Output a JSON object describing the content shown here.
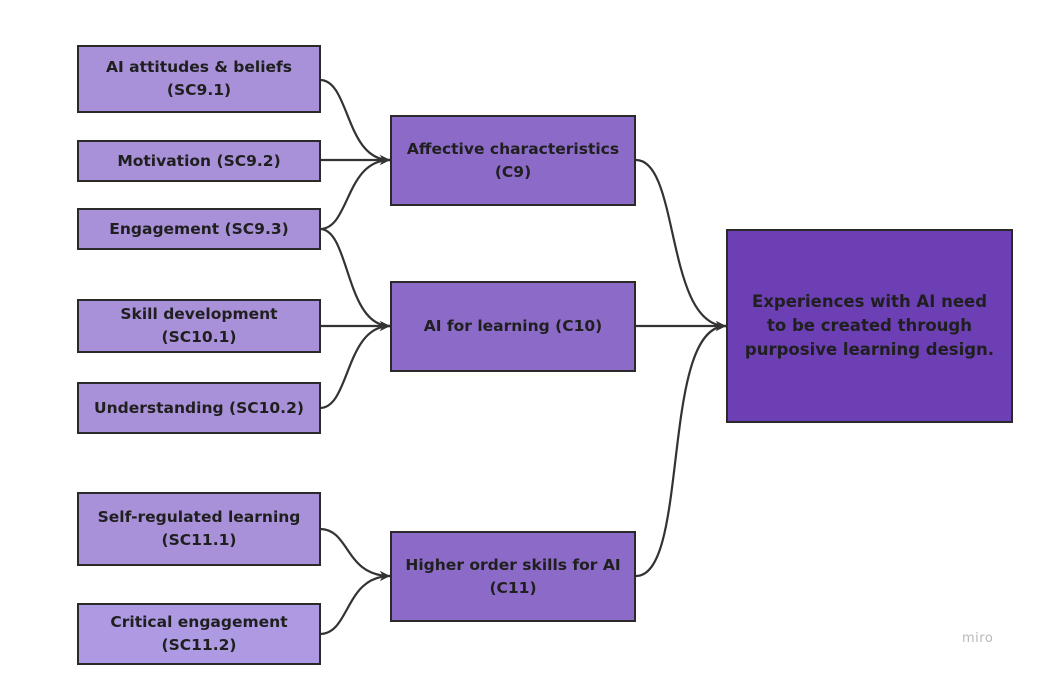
{
  "subcategories": {
    "sc9_1": "AI attitudes & beliefs (SC9.1)",
    "sc9_2": "Motivation (SC9.2)",
    "sc9_3": "Engagement (SC9.3)",
    "sc10_1": "Skill development (SC10.1)",
    "sc10_2": "Understanding (SC10.2)",
    "sc11_1": "Self-regulated learning (SC11.1)",
    "sc11_2": "Critical engagement (SC11.2)"
  },
  "categories": {
    "c9": "Affective characteristics (C9)",
    "c10": "AI for learning (C10)",
    "c11": "Higher order skills for AI (C11)"
  },
  "outcome": "Experiences with AI need to be created through purposive learning design.",
  "watermark": "miro",
  "colors": {
    "subcategory": "#a891d8",
    "subcategory_light": "#ae9ae2",
    "category": "#8b6bc7",
    "outcome": "#6d3fb5",
    "border": "#2a2a2a",
    "connector": "#333333"
  }
}
